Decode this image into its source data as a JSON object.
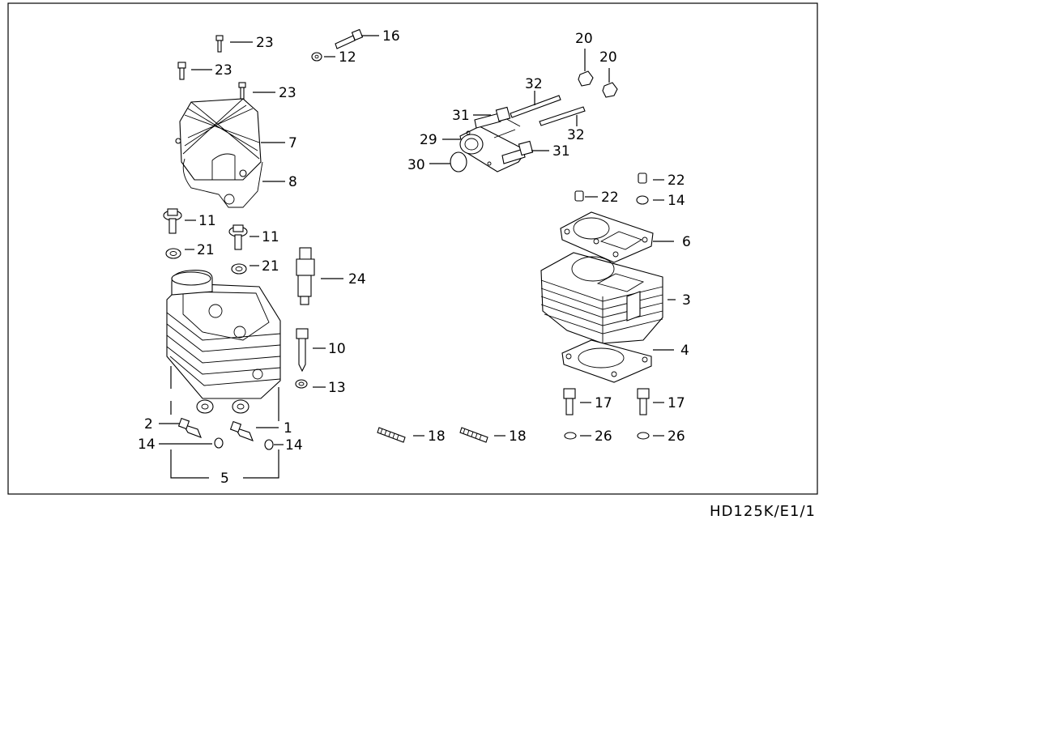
{
  "drawing_code": "HD125K/E1/1",
  "callouts": [
    {
      "id": "c23a",
      "text": "23"
    },
    {
      "id": "c23b",
      "text": "23"
    },
    {
      "id": "c23c",
      "text": "23"
    },
    {
      "id": "c16",
      "text": "16"
    },
    {
      "id": "c12",
      "text": "12"
    },
    {
      "id": "c7",
      "text": "7"
    },
    {
      "id": "c8",
      "text": "8"
    },
    {
      "id": "c11a",
      "text": "11"
    },
    {
      "id": "c11b",
      "text": "11"
    },
    {
      "id": "c21a",
      "text": "21"
    },
    {
      "id": "c21b",
      "text": "21"
    },
    {
      "id": "c24",
      "text": "24"
    },
    {
      "id": "c10",
      "text": "10"
    },
    {
      "id": "c13",
      "text": "13"
    },
    {
      "id": "c1",
      "text": "1"
    },
    {
      "id": "c2",
      "text": "2"
    },
    {
      "id": "c14a",
      "text": "14"
    },
    {
      "id": "c14b",
      "text": "14"
    },
    {
      "id": "c5",
      "text": "5"
    },
    {
      "id": "c18a",
      "text": "18"
    },
    {
      "id": "c18b",
      "text": "18"
    },
    {
      "id": "c20a",
      "text": "20"
    },
    {
      "id": "c20b",
      "text": "20"
    },
    {
      "id": "c32a",
      "text": "32"
    },
    {
      "id": "c32b",
      "text": "32"
    },
    {
      "id": "c31a",
      "text": "31"
    },
    {
      "id": "c31b",
      "text": "31"
    },
    {
      "id": "c29",
      "text": "29"
    },
    {
      "id": "c30",
      "text": "30"
    },
    {
      "id": "c22a",
      "text": "22"
    },
    {
      "id": "c22b",
      "text": "22"
    },
    {
      "id": "c14c",
      "text": "14"
    },
    {
      "id": "c6",
      "text": "6"
    },
    {
      "id": "c3",
      "text": "3"
    },
    {
      "id": "c4",
      "text": "4"
    },
    {
      "id": "c17a",
      "text": "17"
    },
    {
      "id": "c17b",
      "text": "17"
    },
    {
      "id": "c26a",
      "text": "26"
    },
    {
      "id": "c26b",
      "text": "26"
    }
  ]
}
